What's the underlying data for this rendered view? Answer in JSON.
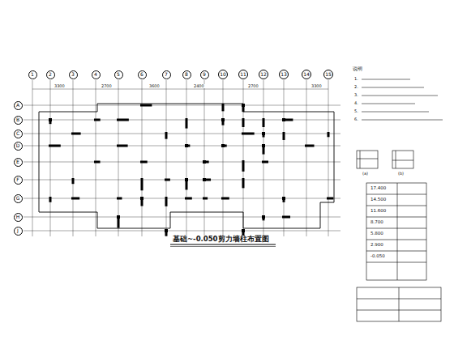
{
  "diagram": {
    "title": "基础~-0.050剪力墙柱布置图",
    "nodes": [
      {
        "text": [
          "1"
        ]
      },
      {
        "text": [
          "2"
        ]
      },
      {
        "text": [
          "3"
        ]
      },
      {
        "text": [
          "4"
        ]
      },
      {
        "text": [
          "5"
        ]
      },
      {
        "text": [
          "6"
        ]
      },
      {
        "text": [
          "7"
        ]
      },
      {
        "text": [
          "8"
        ]
      },
      {
        "text": [
          "9"
        ]
      },
      {
        "text": [
          "10"
        ]
      },
      {
        "text": [
          "11"
        ]
      },
      {
        "text": [
          "12"
        ]
      },
      {
        "text": [
          "13"
        ]
      },
      {
        "text": [
          "14"
        ]
      },
      {
        "text": [
          "15"
        ]
      },
      {
        "text": [
          "A"
        ]
      },
      {
        "text": [
          "B"
        ]
      },
      {
        "text": [
          "C"
        ]
      },
      {
        "text": [
          "D"
        ]
      },
      {
        "text": [
          "E"
        ]
      },
      {
        "text": [
          "F"
        ]
      },
      {
        "text": [
          "G"
        ]
      },
      {
        "text": [
          "H"
        ]
      },
      {
        "text": [
          "J"
        ]
      }
    ],
    "labels": [
      "说明",
      "1.",
      "2.",
      "3.",
      "4.",
      "5.",
      "6.",
      "(a)",
      "(b)",
      "17.400",
      "14.500",
      "11.600",
      "8.700",
      "5.800",
      "2.900",
      "-0.050",
      "3300",
      "2700",
      "3600",
      "2400",
      "2700",
      "3300"
    ]
  }
}
